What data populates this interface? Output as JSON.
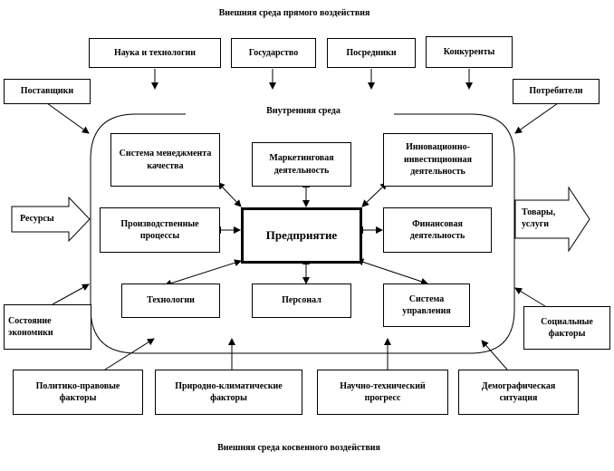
{
  "title_top": "Внешняя среда прямого воздействия",
  "title_bottom": "Внешняя среда косвенного воздействия",
  "inner_label": "Внутренняя среда",
  "direct": {
    "science": "Наука и технологии",
    "state": "Государство",
    "intermediaries": "Посредники",
    "competitors": "Конкуренты",
    "suppliers": "Поставщики",
    "consumers": "Потребители"
  },
  "internal": {
    "quality": "Система менеджмента качества",
    "marketing": "Маркетинговая деятельность",
    "innovation": "Инновационно-инвестиционная деятельность",
    "production": "Производственные процессы",
    "center": "Предприятие",
    "finance": "Финансовая деятельность",
    "technology": "Технологии",
    "personnel": "Персонал",
    "management": "Система управления"
  },
  "flows": {
    "resources": "Ресурсы",
    "goods": "Товары, услуги"
  },
  "indirect": {
    "economy": "Состояние экономики",
    "social": "Социальные факторы",
    "political": "Политико-правовые факторы",
    "climate": "Природно-климатические факторы",
    "scitech": "Научно-технический прогресс",
    "demographic": "Демографическая ситуация"
  }
}
